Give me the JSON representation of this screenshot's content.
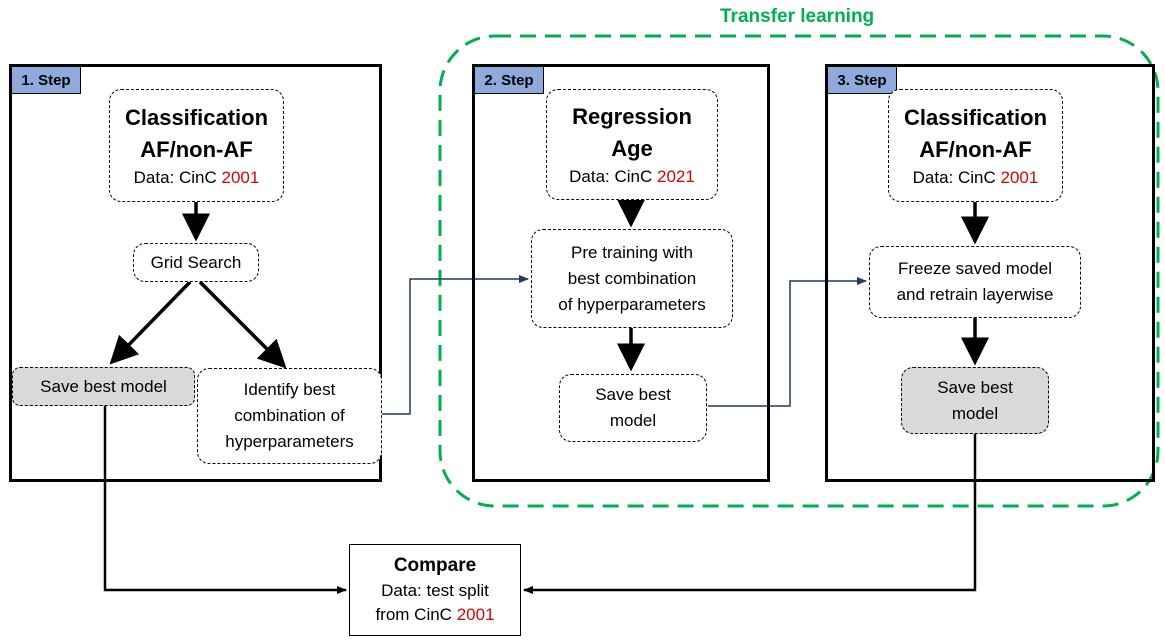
{
  "transfer_learning": {
    "title": "Transfer learning"
  },
  "colors": {
    "green": "#00b050",
    "step_label_bg": "#8ea9db",
    "gray_box": "#d9d9d9",
    "red_year": "#e00000",
    "blue_connector": "#1f3864"
  },
  "step1": {
    "label": "1. Step",
    "task_line1": "Classification",
    "task_line2": "AF/non-AF",
    "data_prefix": "Data: CinC",
    "data_year": "2001",
    "grid_search": "Grid Search",
    "save_best_model": "Save best model",
    "identify_line1": "Identify best",
    "identify_line2": "combination of",
    "identify_line3": "hyperparameters"
  },
  "step2": {
    "label": "2. Step",
    "task_line1": "Regression",
    "task_line2": "Age",
    "data_prefix": "Data: CinC",
    "data_year": "2021",
    "pretrain_line1": "Pre training with",
    "pretrain_line2": "best combination",
    "pretrain_line3": "of hyperparameters",
    "save_line1": "Save best",
    "save_line2": "model"
  },
  "step3": {
    "label": "3. Step",
    "task_line1": "Classification",
    "task_line2": "AF/non-AF",
    "data_prefix": "Data: CinC",
    "data_year": "2001",
    "freeze_line1": "Freeze saved model",
    "freeze_line2": "and retrain layerwise",
    "save_line1": "Save best",
    "save_line2": "model"
  },
  "compare": {
    "title": "Compare",
    "line1": "Data: test split",
    "line2_prefix": "from CinC",
    "line2_year": "2001"
  }
}
